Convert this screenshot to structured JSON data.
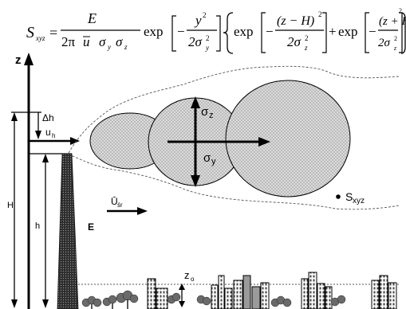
{
  "formula": {
    "lhs": "S",
    "lhs_sub": "xyz",
    "eq": "=",
    "frac1_num": "E",
    "frac1_den_a": "2π",
    "frac1_den_u": "u",
    "frac1_den_b": "σ",
    "frac1_den_b_sub": "y",
    "frac1_den_c": "σ",
    "frac1_den_c_sub": "z",
    "exp": "exp",
    "minus": "−",
    "frac2_num": "y",
    "frac2_num_sup": "2",
    "frac2_den": "2σ",
    "frac2_den_sup": "2",
    "frac2_den_sub": "y",
    "frac3_num": "(z − H)",
    "frac3_num_sup": "2",
    "frac3_den": "2σ",
    "frac3_den_sup": "2",
    "frac3_den_sub": "z",
    "plus": "+",
    "frac4_num": "(z + H)",
    "frac4_num_sup": "2",
    "frac4_den": "2σ",
    "frac4_den_sup": "2",
    "frac4_den_sub": "z"
  },
  "labels": {
    "z_axis": "z",
    "delta_h": "Δh",
    "u_h": "u",
    "u_h_sub": "h",
    "H": "H",
    "h": "h",
    "E": "E",
    "sigma_z": "σ",
    "sigma_z_sub": "z",
    "sigma_y": "σ",
    "sigma_y_sub": "y",
    "u_mean": "Ū",
    "u_mean_sub": "śr",
    "s_point": "S",
    "s_point_sub": "xyz",
    "z0": "z",
    "z0_sub": "o"
  },
  "colors": {
    "ink": "#000000",
    "stipple": "#d4d4d4",
    "plume_line": "#555555",
    "stack": "#3a3a3a",
    "building_grey": "#9a9a9a",
    "tree": "#6e6e6e"
  }
}
